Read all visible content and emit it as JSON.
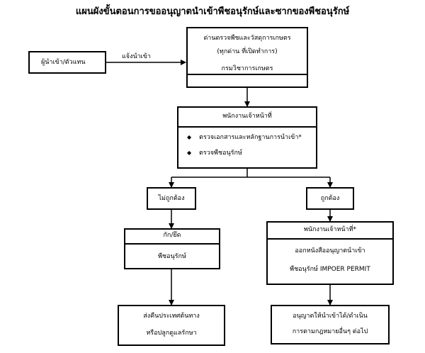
{
  "title": "แผนผังขั้นตอนการขออนุญาตนำเข้าพืชอนุรักษ์และซากของพืชอนุรักษ์",
  "nodes": {
    "importer": "ผู้นำเข้า/ตัวแทน",
    "notify_label": "แจ้งนำเข้า",
    "checkpoint": {
      "line1": "ด่านตรวจพืชและวัสดุการเกษตร",
      "line2": "(ทุกด่าน ที่เปิดทำการ)",
      "line3": "กรมวิชาการเกษตร"
    },
    "officer": {
      "title": "พนักงานเจ้าหน้าที่",
      "bullets": [
        "ตรวจเอกสารและหลักฐานการนำเข้า*",
        "ตรวจพืชอนุรักษ์"
      ]
    },
    "incorrect": "ไม่ถูกต้อง",
    "correct": "ถูกต้อง",
    "seize": {
      "title": "กัก/ยึด",
      "subtitle": "พืชอนุรักษ์"
    },
    "officer_permit": {
      "title": "พนักงานเจ้าหน้าที่*",
      "line1": "ออกหนังสืออนุญาตนำเข้า",
      "line2": "พืชอนุรักษ์ IMPOER PERMIT"
    },
    "return": {
      "line1": "ส่งคืนประเทศต้นทาง",
      "line2": "หรือปลูกดูแลรักษา"
    },
    "allow": {
      "line1": "อนุญาตให้นำเข้าได้/ดำเนิน",
      "line2": "การตามกฎหมายอื่นๆ ต่อไป"
    }
  }
}
